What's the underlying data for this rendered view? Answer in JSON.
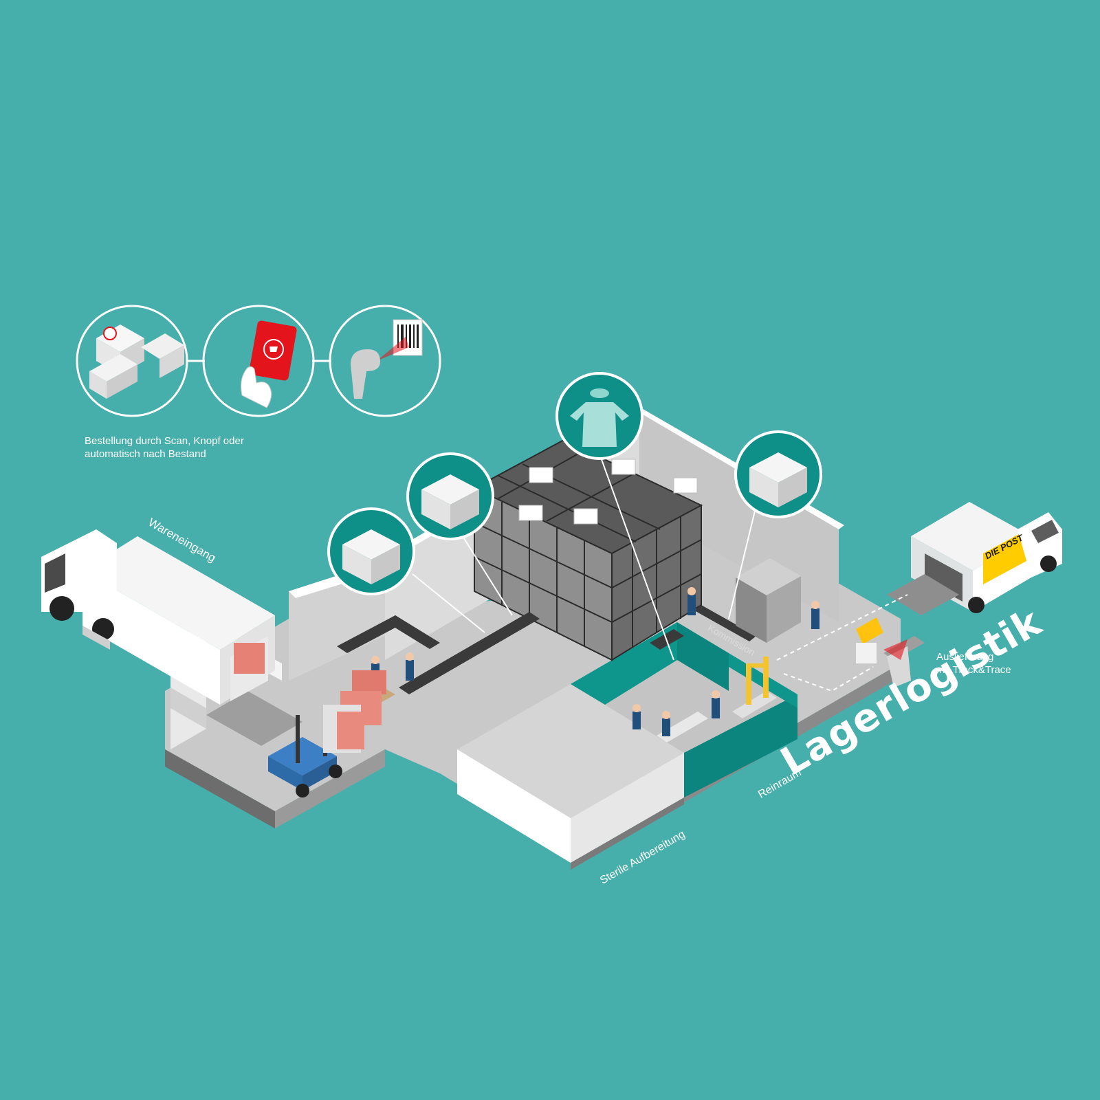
{
  "title": "Lagerlogistik",
  "order_caption": {
    "line1": "Bestellung durch Scan, Knopf oder",
    "line2": "automatisch nach Bestand"
  },
  "zones": {
    "wareneingang": "Wareneingang",
    "kommission": "Kommission",
    "reinraum": "Reinraum",
    "sterile": "Sterile Aufbereitung",
    "auslieferung_line1": "Auslieferung",
    "auslieferung_line2": "mit Track&Trace"
  },
  "van_brand": "DIE POST",
  "colors": {
    "background": "#46afac",
    "floor": "#c9c9c9",
    "wall": "#e6e6e6",
    "teal_dark": "#0b8a82",
    "rack": "#2b2b2b",
    "accent_red": "#e3141b",
    "post_yellow": "#ffcc00"
  },
  "icons": [
    "hospital-icon",
    "order-button-icon",
    "barcode-scanner-icon",
    "box-icon",
    "surgical-gown-icon"
  ]
}
